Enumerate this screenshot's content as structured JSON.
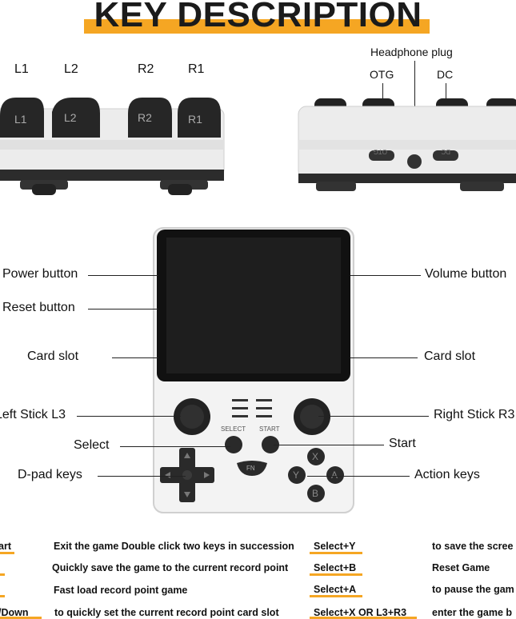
{
  "title": "KEY DESCRIPTION",
  "shoulder": {
    "labels": [
      "L1",
      "L2",
      "R2",
      "R1"
    ],
    "button_marks": [
      "L1",
      "L2",
      "R2",
      "R1"
    ]
  },
  "ports": {
    "headphone": "Headphone plug",
    "otg": "OTG",
    "dc": "DC",
    "otg_mark": "OTG",
    "dc_mark": "DC"
  },
  "device": {
    "select_mark": "SELECT",
    "start_mark": "START",
    "fn_mark": "FN",
    "face_x": "X",
    "face_y": "Y",
    "face_a": "A",
    "face_b": "B"
  },
  "callouts": {
    "power": "Power button",
    "reset": "Reset button",
    "card_left": "Card slot",
    "left_stick": "Left Stick L3",
    "select": "Select",
    "dpad": "D-pad keys",
    "volume": "Volume button",
    "card_right": "Card slot",
    "right_stick": "Right Stick R3",
    "start": "Start",
    "action": "Action keys"
  },
  "shortcuts": [
    {
      "key": "art",
      "desc": "Exit the game Double click two keys in succession",
      "combo": "Select+Y",
      "action": "to save the scree"
    },
    {
      "key": "",
      "desc": "Quickly save the game to the current record point",
      "combo": "Select+B",
      "action": "Reset Game"
    },
    {
      "key": "",
      "desc": "Fast load record point game",
      "combo": "Select+A",
      "action": "to pause the gam"
    },
    {
      "key": "/Down",
      "desc": "to quickly set the current record point card slot",
      "combo": "Select+X OR L3+R3",
      "action": "enter the game b"
    }
  ],
  "colors": {
    "accent": "#f5a623",
    "device_body": "#f2f2f2",
    "screen": "#1f1f1f",
    "button": "#2a2a2a"
  }
}
